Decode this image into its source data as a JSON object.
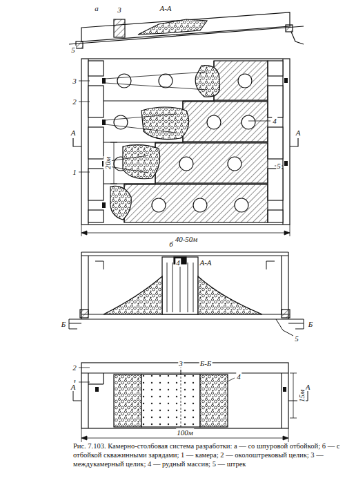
{
  "diagram": {
    "caption": "Рис. 7.103. Камерно-столбовая система разработки: а — со шпуровой отбойкой; б — с отбойкой скважинными зарядами; 1 — камера; 2 — околоштрековый целик; 3 — междукамерный целик; 4 — рудный массив; 5 — штрек",
    "labels": [
      "а",
      "3",
      "А-А",
      "5",
      "3",
      "2",
      "А",
      "1",
      "4",
      "А",
      "5",
      "20м",
      "40-50м",
      "б",
      "4",
      "А-А",
      "Б",
      "Б",
      "3",
      "Б-Б",
      "2",
      "1",
      "4",
      "5",
      "А",
      "А",
      "15м",
      "100м"
    ]
  }
}
